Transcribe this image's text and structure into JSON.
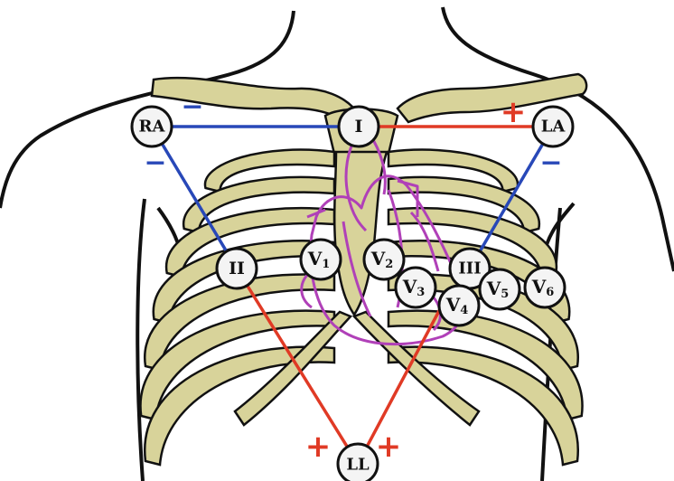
{
  "colors": {
    "bone_fill": "#d8d39a",
    "outline": "#111111",
    "heart": "#b040b8",
    "negative_lead": "#2848b8",
    "positive_lead": "#e03a25",
    "node_fill": "#f4f4f4"
  },
  "electrodes": {
    "ra": "RA",
    "la": "LA",
    "ll": "LL"
  },
  "leads": {
    "lead_1": "I",
    "lead_2": "II",
    "lead_3": "III"
  },
  "precordial": [
    {
      "base": "V",
      "sub": "1"
    },
    {
      "base": "V",
      "sub": "2"
    },
    {
      "base": "V",
      "sub": "3"
    },
    {
      "base": "V",
      "sub": "4"
    },
    {
      "base": "V",
      "sub": "5"
    },
    {
      "base": "V",
      "sub": "6"
    }
  ],
  "signs": {
    "ra_right": "−",
    "ra_down": "−",
    "la_top": "+",
    "la_down": "−",
    "ll_left": "+",
    "ll_right": "+"
  }
}
